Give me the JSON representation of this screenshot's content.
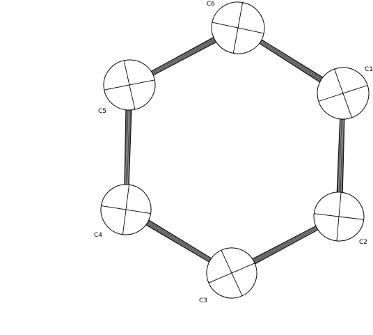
{
  "molecule": {
    "atoms": [
      {
        "id": "C1",
        "label": "C1"
      },
      {
        "id": "C2",
        "label": "C2"
      },
      {
        "id": "C3",
        "label": "C3"
      },
      {
        "id": "C4",
        "label": "C4"
      },
      {
        "id": "C5",
        "label": "C5"
      },
      {
        "id": "C6",
        "label": "C6"
      }
    ],
    "bonds": [
      [
        "C1",
        "C2"
      ],
      [
        "C2",
        "C3"
      ],
      [
        "C3",
        "C4"
      ],
      [
        "C4",
        "C5"
      ],
      [
        "C5",
        "C6"
      ],
      [
        "C6",
        "C1"
      ]
    ]
  },
  "colors": {
    "line": "#000000",
    "bond_fill": "#4a4a4a",
    "atom_fill": "#ffffff"
  }
}
